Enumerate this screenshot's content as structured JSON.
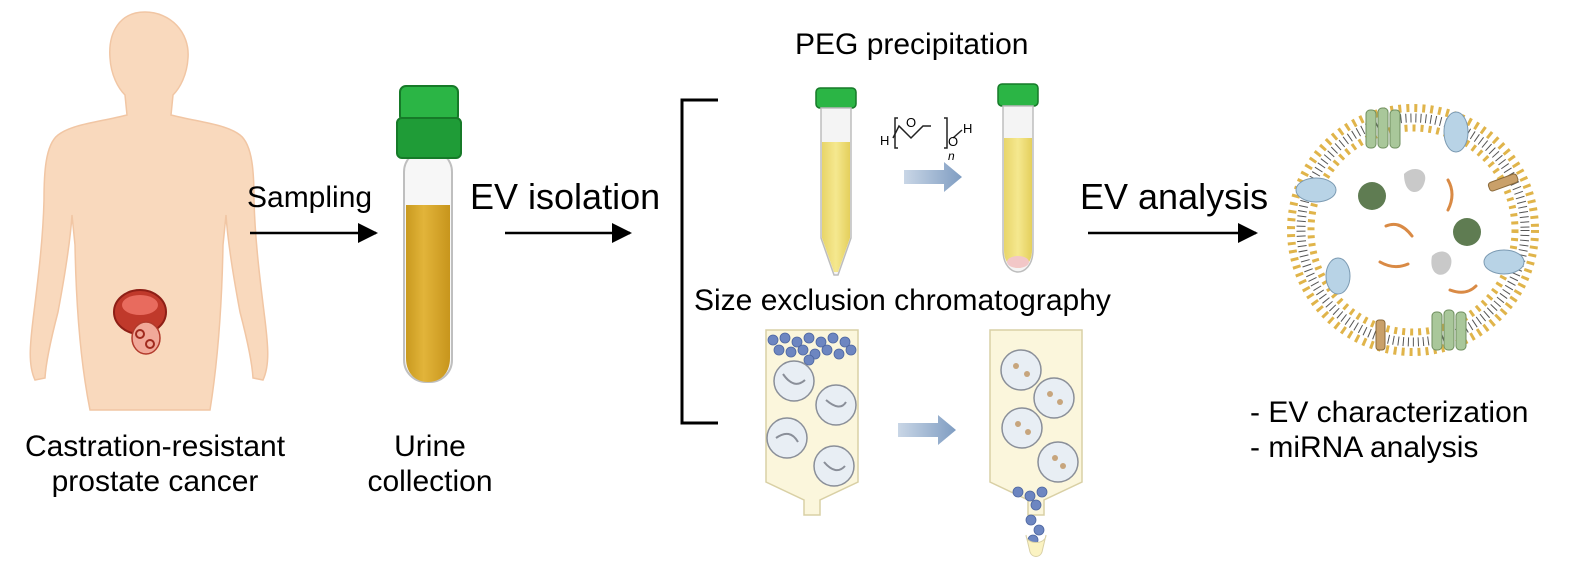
{
  "labels": {
    "patient": [
      "Castration-resistant",
      "prostate cancer"
    ],
    "urine": [
      "Urine",
      "collection"
    ],
    "sampling": "Sampling",
    "ev_isolation": "EV isolation",
    "peg_title": "PEG precipitation",
    "sec_title": "Size exclusion chromatography",
    "ev_analysis": "EV analysis",
    "outcomes": [
      "- EV characterization",
      "- miRNA analysis"
    ],
    "peg_formula": {
      "h_left": "H",
      "o_left": "O",
      "o_right": "O",
      "h_right": "H",
      "n": "n"
    }
  },
  "colors": {
    "skin": "#f9d9bd",
    "prostate": "#c0392b",
    "tube_cap": "#22a539",
    "urine": "#dcaa2e",
    "urine_light": "#f0e17a",
    "column_fill": "#fbf6dc",
    "ev_particle": "#6d86c1",
    "arrow": "#000000",
    "process_arrow": "#8ea8c7"
  }
}
